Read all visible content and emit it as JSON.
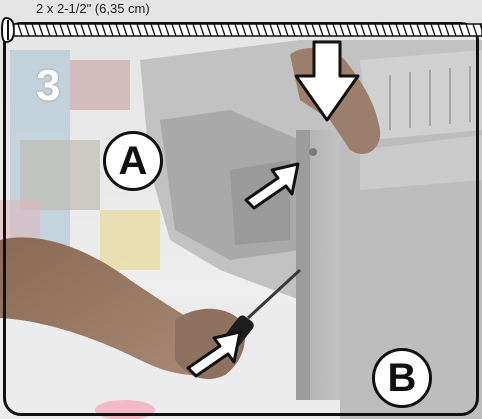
{
  "instruction": {
    "screw_spec": "2 x 2-1/2\" (6,35 cm)",
    "step_number": "3",
    "callouts": {
      "a": "A",
      "b": "B"
    }
  },
  "colors": {
    "frame": "#111111",
    "callout_fill": "#ffffff",
    "arrow_fill": "#ffffff",
    "plastic_gray": "#b9b9b9",
    "step_number": "#ffffff"
  },
  "icons": {
    "screw": "screw-icon",
    "arrow_down": "arrow-down-icon",
    "arrow_pointer": "arrow-pointer-icon"
  }
}
